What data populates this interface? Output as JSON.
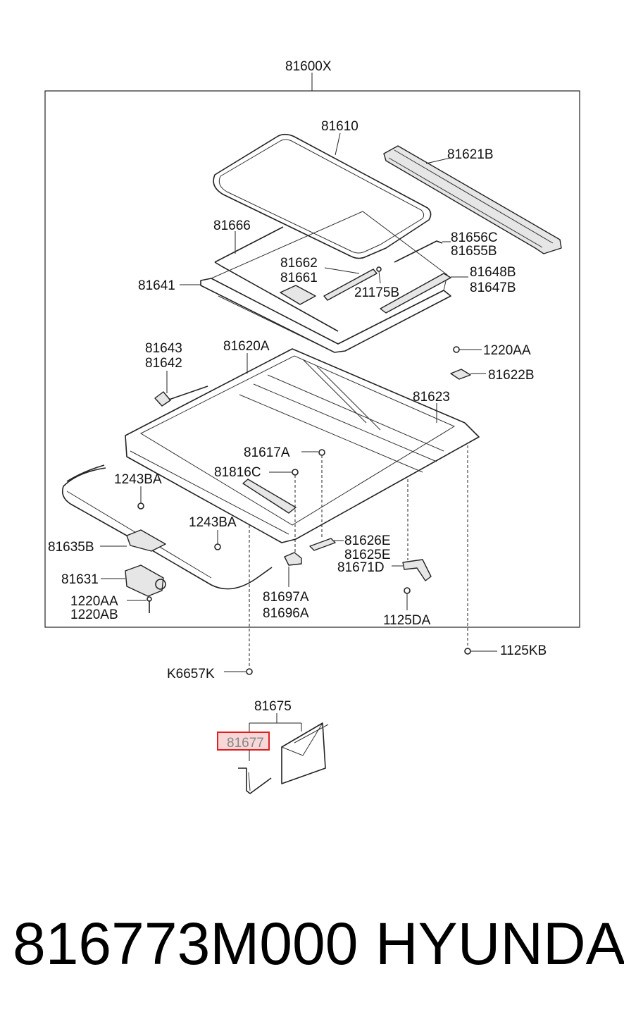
{
  "diagram": {
    "assembly_label": "81600X",
    "labels": {
      "l81610": "81610",
      "l81621B": "81621B",
      "l81666": "81666",
      "l81656C": "81656C",
      "l81655B": "81655B",
      "l81662": "81662",
      "l81661": "81661",
      "l81648B": "81648B",
      "l81647B": "81647B",
      "l81641": "81641",
      "l21175B": "21175B",
      "l81643": "81643",
      "l81642": "81642",
      "l81620A": "81620A",
      "l1220AA_top": "1220AA",
      "l81622B": "81622B",
      "l81623": "81623",
      "l81617A": "81617A",
      "l81816C": "81816C",
      "l1243BA_left": "1243BA",
      "l1243BA_mid": "1243BA",
      "l81635B": "81635B",
      "l81626E": "81626E",
      "l81625E": "81625E",
      "l81671D": "81671D",
      "l81631": "81631",
      "l1220AA_bottom": "1220AA",
      "l1220AB": "1220AB",
      "l81697A": "81697A",
      "l81696A": "81696A",
      "l1125DA": "1125DA",
      "l1125KB": "1125KB",
      "lK6657K": "K6657K",
      "l81675": "81675",
      "l81677": "81677"
    },
    "highlight_color": "#e02020"
  },
  "footer": {
    "part_number": "816773M000",
    "brand": "HYUNDAI"
  }
}
